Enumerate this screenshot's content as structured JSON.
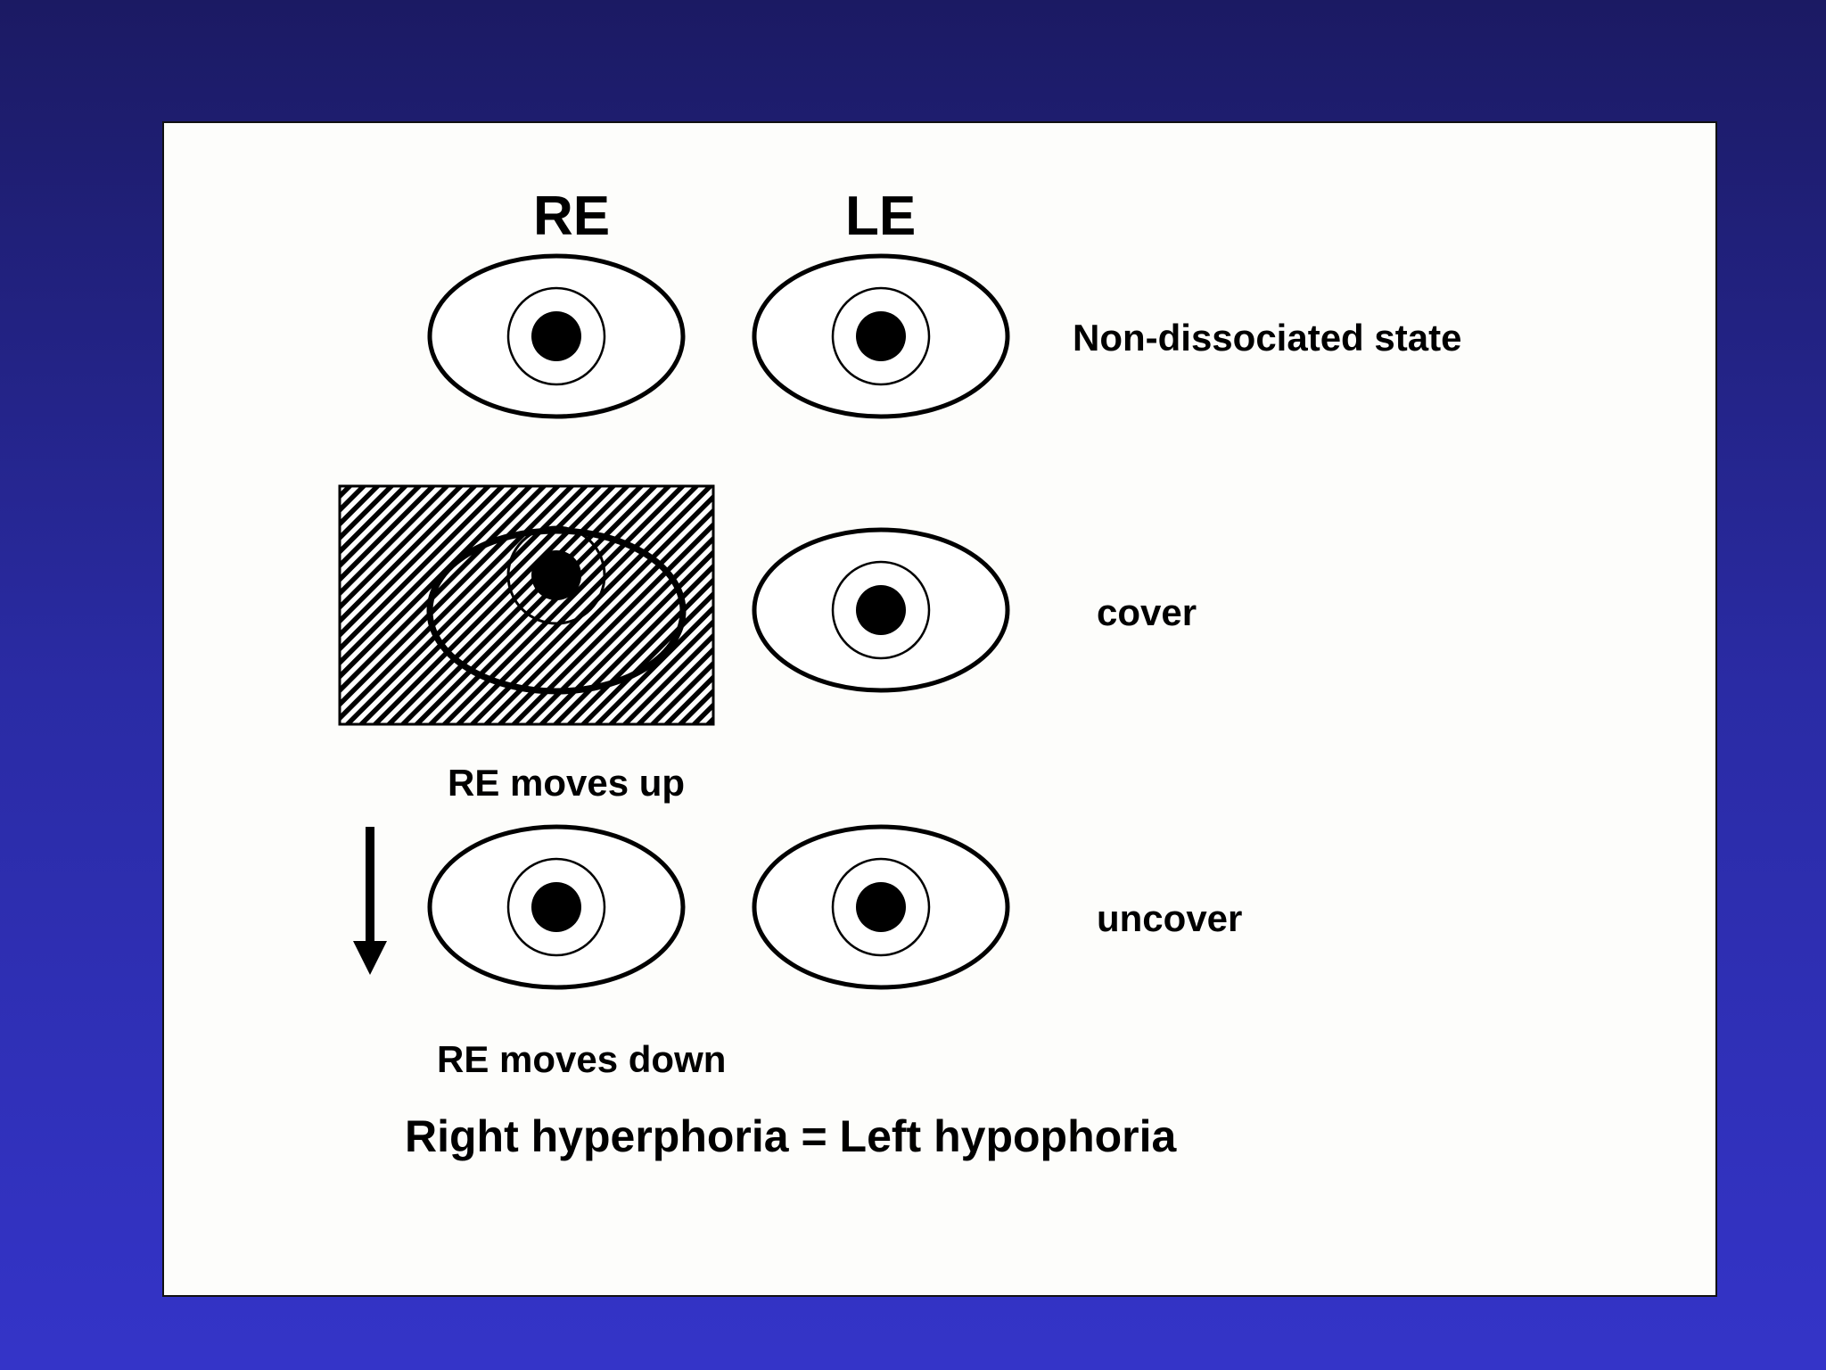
{
  "labels": {
    "right_eye": "RE",
    "left_eye": "LE",
    "state_non_dissociated": "Non-dissociated state",
    "state_cover": "cover",
    "state_uncover": "uncover",
    "movement_up": "RE moves up",
    "movement_down": "RE moves down",
    "conclusion": "Right hyperphoria  = Left hypophoria"
  },
  "colors": {
    "background_top": "#1b1a63",
    "background_bottom": "#3434c8",
    "panel": "#fdfdfb",
    "ink": "#000000"
  },
  "icons": {
    "movement_arrow": "arrow-down-icon",
    "occluder": "hatched-cover-icon"
  }
}
